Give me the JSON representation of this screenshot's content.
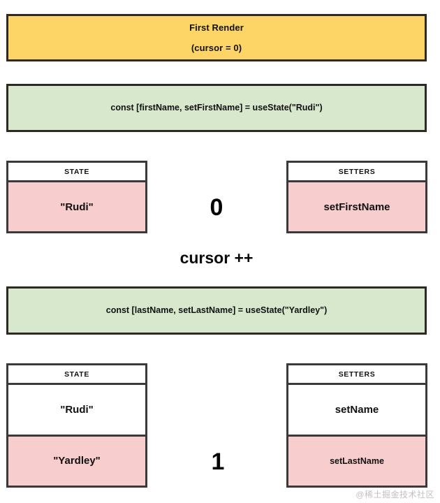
{
  "diagram": {
    "banner": {
      "title": "First Render",
      "subtitle": "(cursor = 0)",
      "bg_color": "#FCD566",
      "border_color": "#2E2A22"
    },
    "code_lines": [
      {
        "text": "const [firstName, setFirstName] = useState(\"Rudi\")",
        "bg_color": "#D7E8CD"
      },
      {
        "text": "const [lastName, setLastName] = useState(\"Yardley\")",
        "bg_color": "#D7E8CD"
      }
    ],
    "step_one": {
      "state_table": {
        "header": "STATE",
        "rows": [
          {
            "value": "\"Rudi\"",
            "highlight": true
          }
        ]
      },
      "setters_table": {
        "header": "SETTERS",
        "rows": [
          {
            "value": "setFirstName",
            "highlight": true
          }
        ]
      },
      "cursor": "0"
    },
    "cursor_increment_label": "cursor ++",
    "step_two": {
      "state_table": {
        "header": "STATE",
        "rows": [
          {
            "value": "\"Rudi\"",
            "highlight": false
          },
          {
            "value": "\"Yardley\"",
            "highlight": true
          }
        ]
      },
      "setters_table": {
        "header": "SETTERS",
        "rows": [
          {
            "value": "setName",
            "highlight": false
          },
          {
            "value": "setLastName",
            "highlight": true
          }
        ]
      },
      "cursor": "1"
    },
    "colors": {
      "highlight_pink": "#F7CDCD",
      "code_green": "#D7E8CD",
      "banner_yellow": "#FCD566",
      "border_dark": "#3A3A3A",
      "text": "#111111"
    },
    "watermark": "@稀土掘金技术社区"
  }
}
